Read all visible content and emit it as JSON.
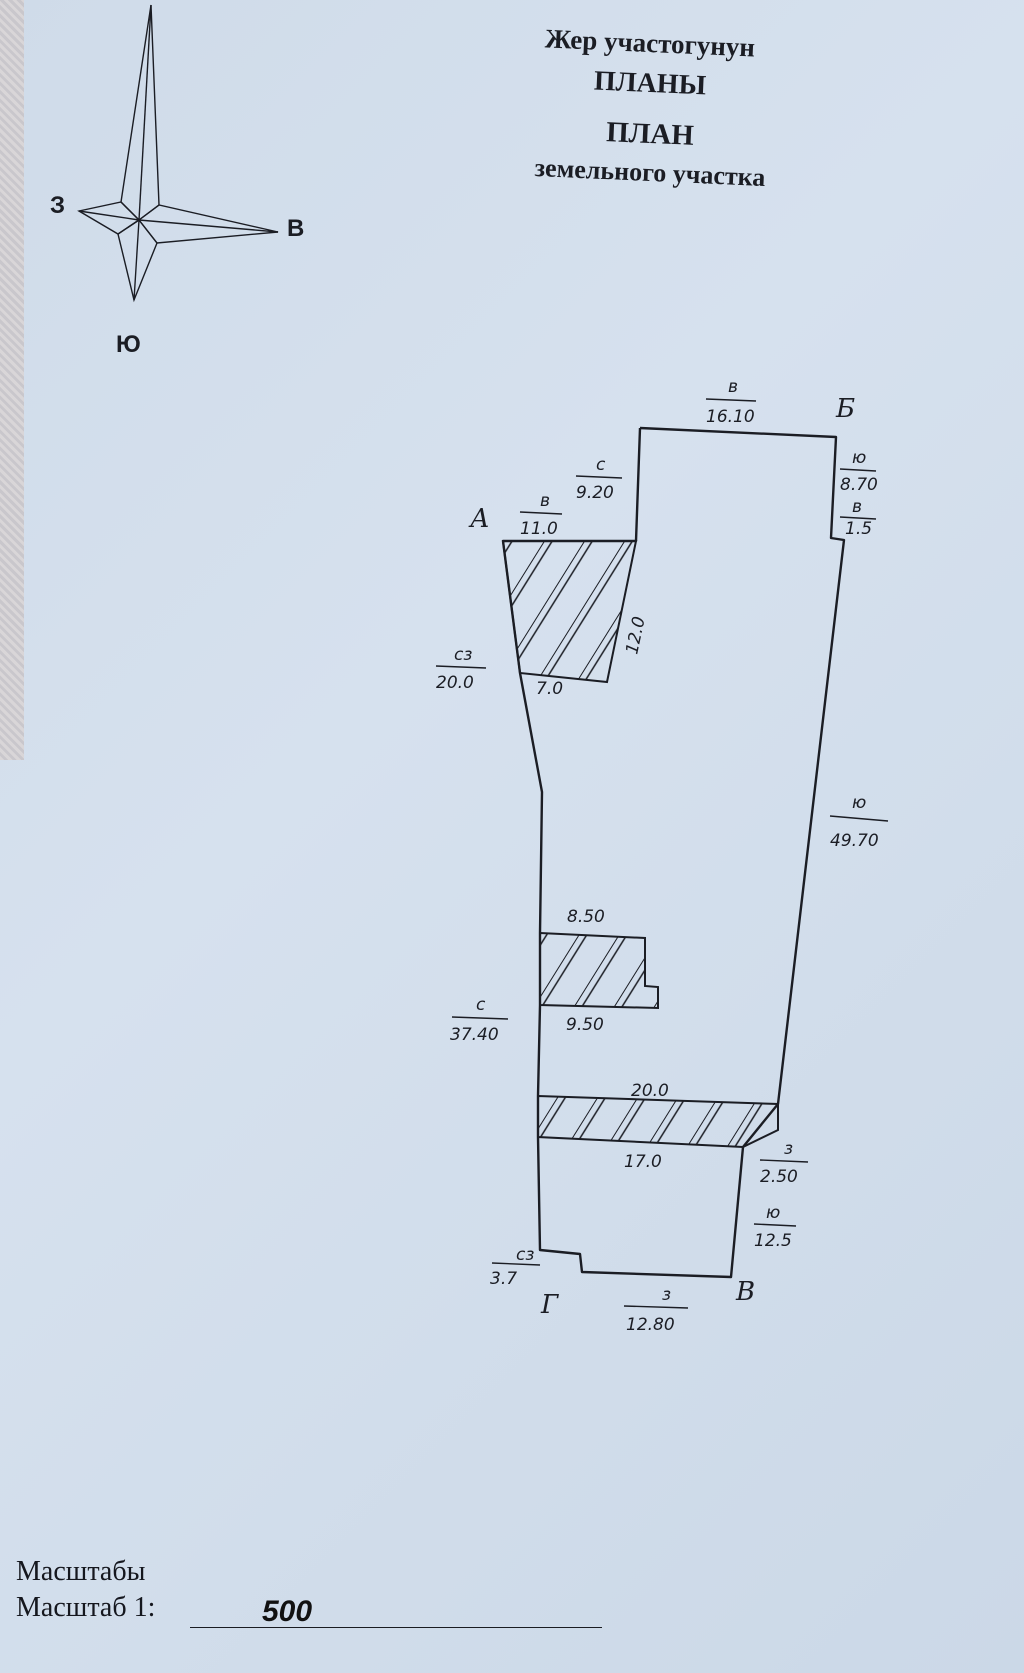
{
  "header": {
    "title_kg_1": "Жер участогунун",
    "title_kg_2": "ПЛАНЫ",
    "title_ru_1": "ПЛАН",
    "title_ru_2": "земельного участка"
  },
  "compass": {
    "west": "З",
    "east": "В",
    "south": "Ю",
    "icon": "compass-rose-icon"
  },
  "corners": {
    "a": "А",
    "b": "Б",
    "v": "В",
    "g": "Г"
  },
  "edges": {
    "top_dir": "в",
    "top_len": "16.10",
    "notch_dir": "с",
    "notch_len": "9.20",
    "a_dir": "в",
    "a_len": "11.0",
    "ne_dir": "ю",
    "ne_len": "8.70",
    "step_dir": "в",
    "step_len": "1.5",
    "nw_dir": "сз",
    "nw_len": "20.0",
    "east_dir": "ю",
    "east_len": "49.70",
    "west_dir": "с",
    "west_len": "37.40",
    "lower_dir": "з",
    "lower_len": "2.50",
    "se_dir": "ю",
    "se_len": "12.5",
    "sw_dir": "сз",
    "sw_len": "3.7",
    "bottom_dir": "з",
    "bottom_len": "12.80"
  },
  "buildings": {
    "b1_side": "12.0",
    "b1_bottom": "7.0",
    "b2_top": "8.50",
    "b2_bottom": "9.50",
    "b3_top": "20.0",
    "b3_bottom": "17.0"
  },
  "scale": {
    "label_kg": "Масштабы",
    "label_ru": "Масштаб 1:",
    "value": "500"
  },
  "colors": {
    "paper": "#d3deeb",
    "ink": "#1b1d24"
  }
}
